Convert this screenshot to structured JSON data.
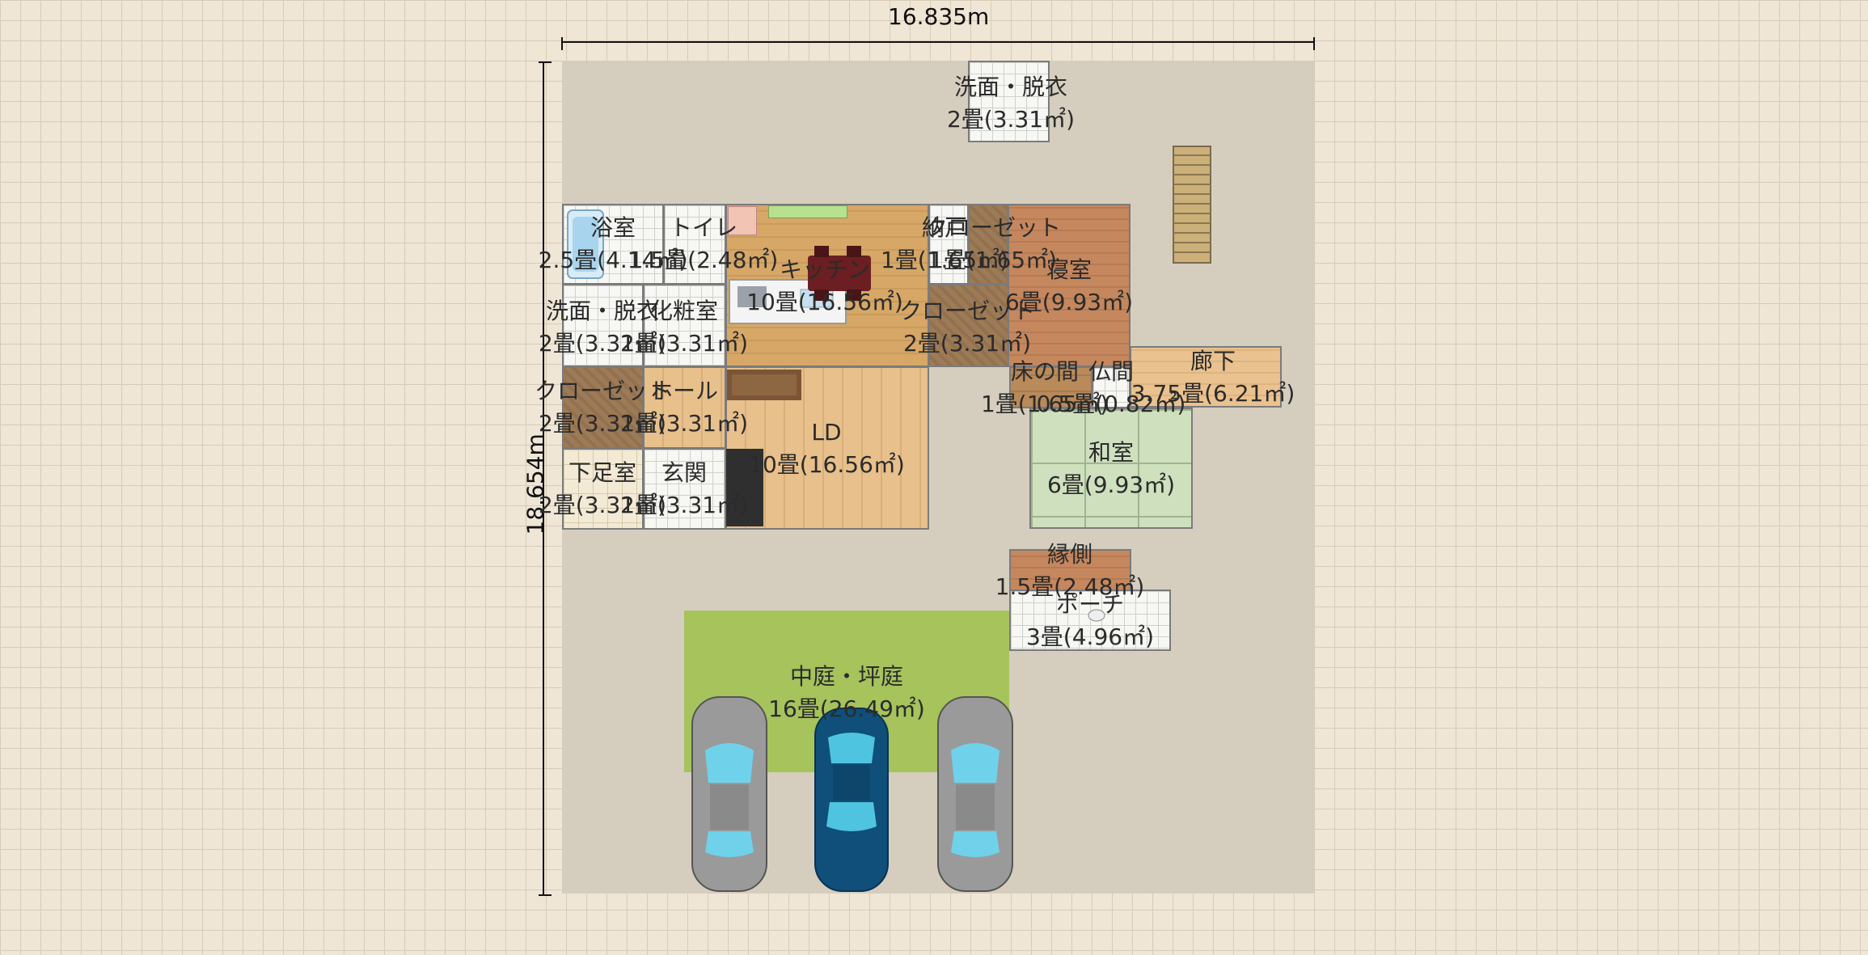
{
  "dimensions": {
    "width_label": "16.835m",
    "height_label": "18.654m"
  },
  "rooms": {
    "wash2": {
      "name": "洗面・脱衣",
      "area": "2畳(3.31㎡)"
    },
    "bath": {
      "name": "浴室",
      "area": "2.5畳(4.14㎡)"
    },
    "toilet": {
      "name": "トイレ",
      "area": "1.5畳(2.48㎡)"
    },
    "kitchen": {
      "name": "キッチン",
      "area": "10畳(16.56㎡)"
    },
    "storage": {
      "name": "納戸",
      "area": "1畳(1.65㎡)"
    },
    "closet_top": {
      "name": "クローゼット",
      "area": "1畳(1.65㎡)"
    },
    "bedroom": {
      "name": "寝室",
      "area": "6畳(9.93㎡)"
    },
    "wash1": {
      "name": "洗面・脱衣",
      "area": "2畳(3.31㎡)"
    },
    "powder": {
      "name": "化粧室",
      "area": "2畳(3.31㎡)"
    },
    "closet_mid": {
      "name": "クローゼット",
      "area": "2畳(3.31㎡)"
    },
    "tokonoma": {
      "name": "床の間",
      "area": "1畳(1.65㎡)"
    },
    "butsuma": {
      "name": "仏間",
      "area": "0.5畳(0.82㎡)"
    },
    "hallway": {
      "name": "廊下",
      "area": "3.75畳(6.21㎡)"
    },
    "closet_left": {
      "name": "クローゼット",
      "area": "2畳(3.31㎡)"
    },
    "hall": {
      "name": "ホール",
      "area": "2畳(3.31㎡)"
    },
    "ld": {
      "name": "LD",
      "area": "10畳(16.56㎡)"
    },
    "washitsu": {
      "name": "和室",
      "area": "6畳(9.93㎡)"
    },
    "shoe": {
      "name": "下足室",
      "area": "2畳(3.31㎡)"
    },
    "entrance": {
      "name": "玄関",
      "area": "2畳(3.31㎡)"
    },
    "engawa": {
      "name": "縁側",
      "area": "1.5畳(2.48㎡)"
    },
    "porch": {
      "name": "ポーチ",
      "area": "3畳(4.96㎡)"
    },
    "garden": {
      "name": "中庭・坪庭",
      "area": "16畳(26.49㎡)"
    }
  },
  "cars": [
    {
      "id": "car-left",
      "color": "#9a9a9a"
    },
    {
      "id": "car-center",
      "color": "#0f4f7a"
    },
    {
      "id": "car-right",
      "color": "#9a9a9a"
    }
  ]
}
